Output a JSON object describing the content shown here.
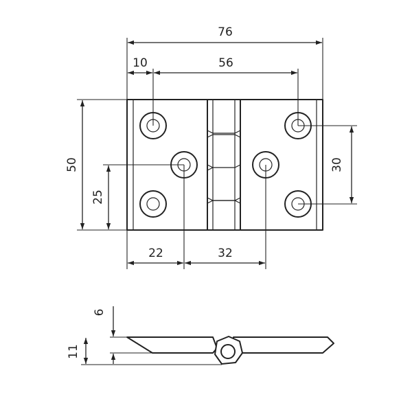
{
  "drawing": {
    "top_view": {
      "dim_overall_width": "76",
      "dim_edge_to_hole": "10",
      "dim_hole_to_hole_outer": "56",
      "dim_height": "50",
      "dim_center_hole_height": "25",
      "dim_hole_spacing_vertical": "30",
      "dim_edge_to_center_hole": "22",
      "dim_center_hole_spacing": "32"
    },
    "side_view": {
      "dim_leaf_thickness": "6",
      "dim_knuckle_diameter": "11"
    }
  }
}
